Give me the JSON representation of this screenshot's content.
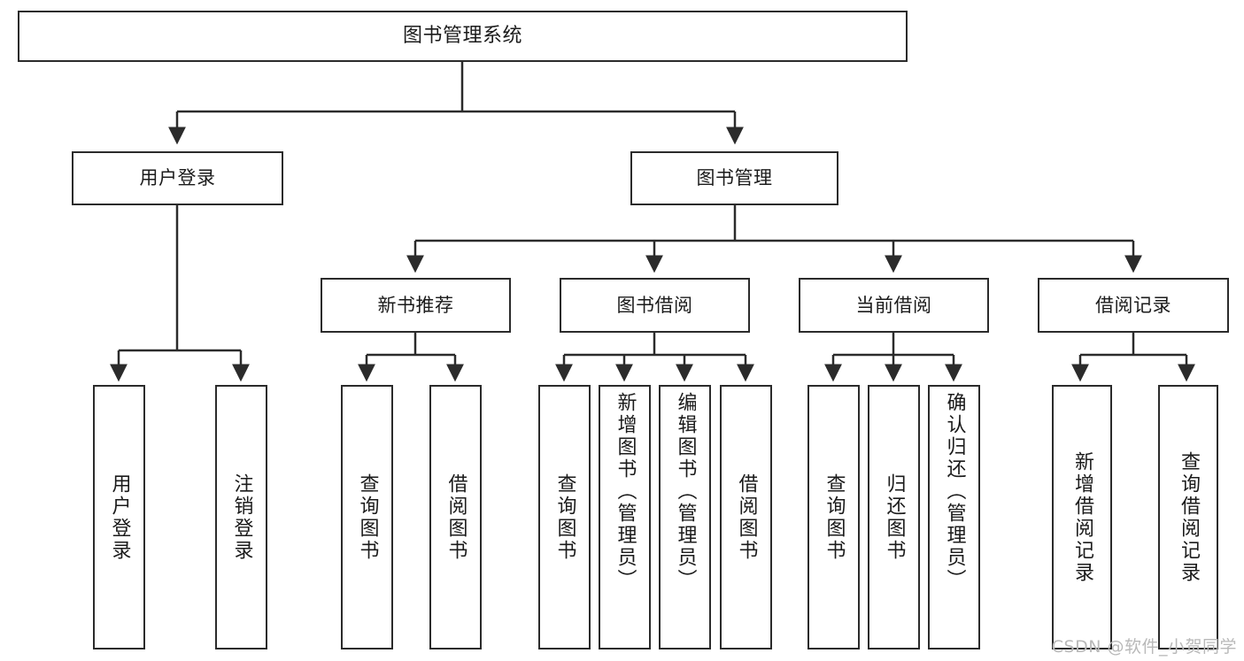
{
  "diagram": {
    "title": "图书管理系统",
    "type": "tree-hierarchy",
    "watermark": "CSDN @软件_小贺同学",
    "nodes": {
      "root": "图书管理系统",
      "level2": [
        "用户登录",
        "图书管理"
      ],
      "level3": [
        "新书推荐",
        "图书借阅",
        "当前借阅",
        "借阅记录"
      ],
      "leaves": {
        "user_login": [
          "用户登录",
          "注销登录"
        ],
        "new_book": [
          "查询图书",
          "借阅图书"
        ],
        "book_borrow": [
          "查询图书",
          "新增图书（管理员）",
          "编辑图书（管理员）",
          "借阅图书"
        ],
        "current_borrow": [
          "查询图书",
          "归还图书",
          "确认归还（管理员）"
        ],
        "borrow_record": [
          "新增借阅记录",
          "查询借阅记录"
        ]
      }
    },
    "colors": {
      "stroke": "#2b2b2b",
      "fill": "#ffffff",
      "text": "#1b1b1b",
      "watermark": "#b9b9b9"
    }
  }
}
